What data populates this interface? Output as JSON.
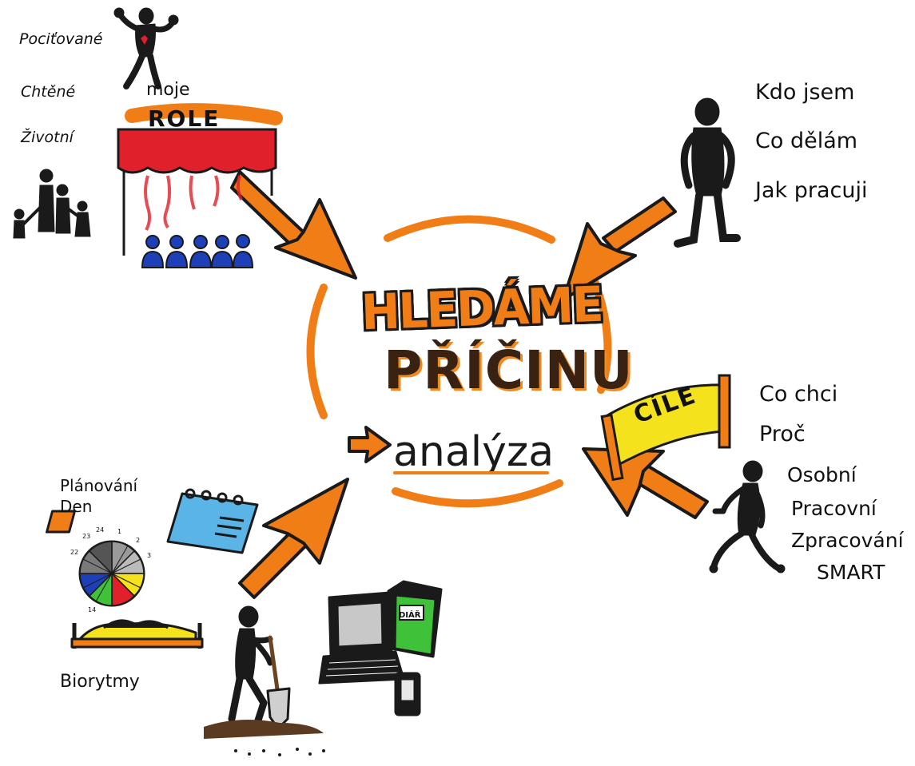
{
  "center": {
    "line1": "HLEDÁME",
    "line2": "PŘÍČINU",
    "line3": "analýza"
  },
  "top_left": {
    "items": [
      "Pociťované",
      "Chtěné",
      "Životní"
    ],
    "moje": "moje",
    "role": "ROLE"
  },
  "top_right": {
    "items": [
      "Kdo jsem",
      "Co dělám",
      "Jak pracuji"
    ]
  },
  "bottom_right": {
    "banner": "CÍLE",
    "items_top": [
      "Co chci",
      "Proč"
    ],
    "items_bottom": [
      "Osobní",
      "Pracovní",
      "Zpracování",
      "SMART"
    ]
  },
  "bottom_left": {
    "planning": "Plánování",
    "day": "Den",
    "biorhythm": "Biorytmy",
    "clock_numbers": [
      "23",
      "24",
      "1",
      "2",
      "3",
      "22",
      "14"
    ],
    "diary": "DIÁŘ"
  },
  "colors": {
    "accent_orange": "#f07d16",
    "outline": "#1a1a1a",
    "curtain_red": "#e0202a",
    "banner_yellow": "#f4e21c",
    "book_green": "#3fc23a",
    "calendar_blue": "#5ab4e6",
    "people_blue": "#1d3fb8"
  }
}
